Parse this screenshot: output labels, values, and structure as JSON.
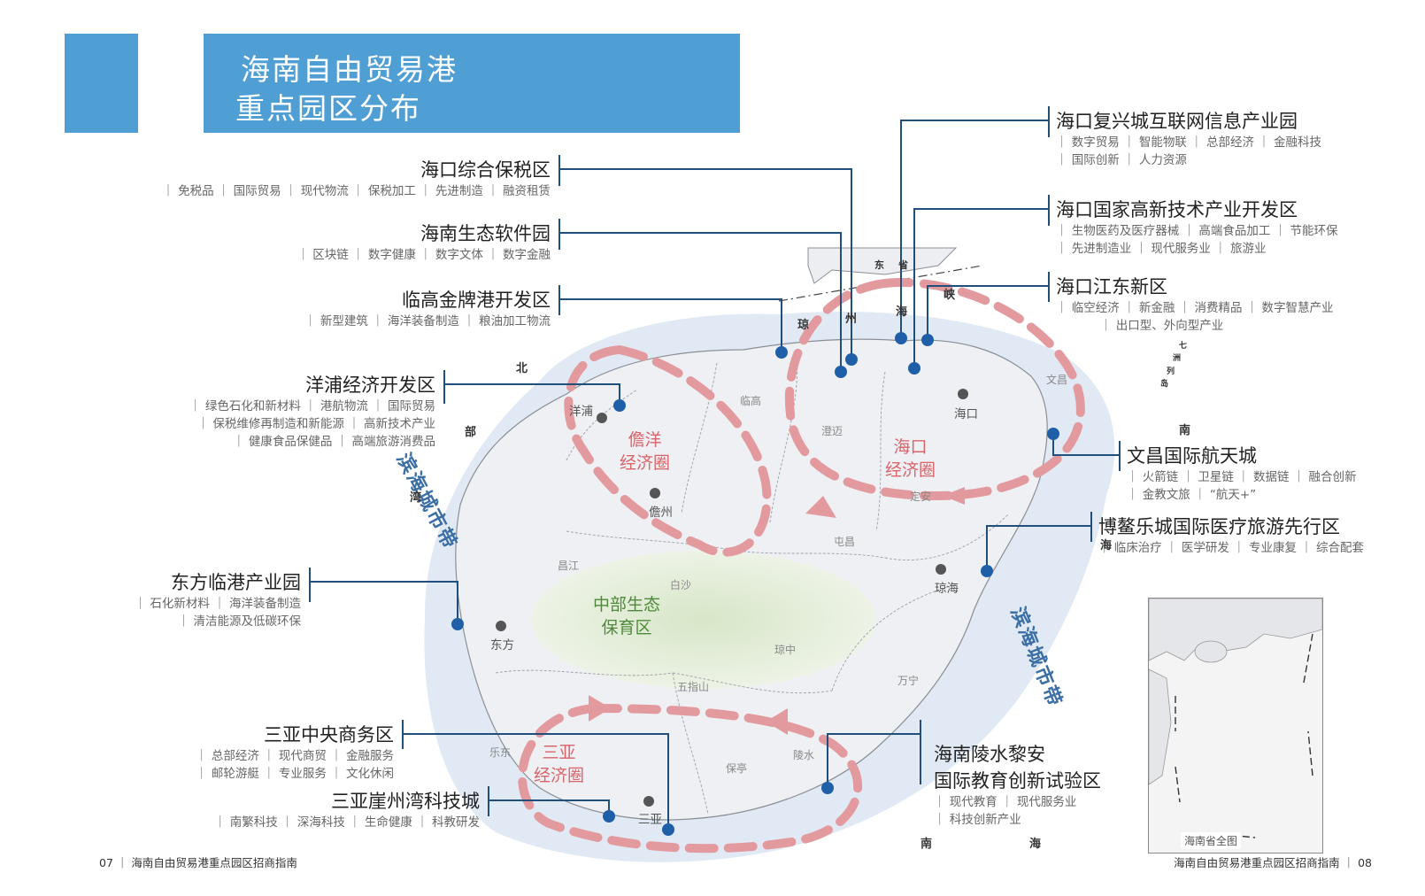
{
  "title": {
    "line1": "海南自由贸易港",
    "line2": "重点园区分布"
  },
  "colors": {
    "accent": "#4f9fd4",
    "circle": "#d9646a",
    "eco": "#4f8a3a",
    "belt": "#3a6ea5",
    "line": "#1f4f7a"
  },
  "zones": {
    "haikou_bonded": {
      "name": "海口综合保税区",
      "tags": "｜ 免税品 ｜ 国际贸易 ｜ 现代物流 ｜ 保税加工 ｜ 先进制造 ｜ 融资租赁"
    },
    "eco_software": {
      "name": "海南生态软件园",
      "tags": "｜ 区块链 ｜ 数字健康 ｜ 数字文体 ｜ 数字金融"
    },
    "lingao": {
      "name": "临高金牌港开发区",
      "tags": "｜ 新型建筑 ｜ 海洋装备制造 ｜ 粮油加工物流"
    },
    "yangpu": {
      "name": "洋浦经济开发区",
      "tags1": "｜ 绿色石化和新材料 ｜ 港航物流 ｜ 国际贸易",
      "tags2": "｜ 保税维修再制造和新能源 ｜ 高新技术产业",
      "tags3": "｜ 健康食品保健品 ｜ 高端旅游消费品"
    },
    "dongfang": {
      "name": "东方临港产业园",
      "tags1": "｜ 石化新材料 ｜ 海洋装备制造",
      "tags2": "｜ 清洁能源及低碳环保"
    },
    "sanya_cbd": {
      "name": "三亚中央商务区",
      "tags1": "｜ 总部经济 ｜ 现代商贸 ｜ 金融服务",
      "tags2": "｜ 邮轮游艇 ｜ 专业服务 ｜ 文化休闲"
    },
    "sanya_yazhou": {
      "name": "三亚崖州湾科技城",
      "tags": "｜ 南繁科技 ｜ 深海科技 ｜ 生命健康 ｜ 科教研发"
    },
    "fuxing": {
      "name": "海口复兴城互联网信息产业园",
      "tags1": "｜ 数字贸易 ｜ 智能物联 ｜ 总部经济 ｜ 金融科技",
      "tags2": "｜ 国际创新 ｜ 人力资源"
    },
    "hitech": {
      "name": "海口国家高新技术产业开发区",
      "tags1": "｜ 生物医药及医疗器械 ｜ 高端食品加工 ｜ 节能环保",
      "tags2": "｜ 先进制造业 ｜ 现代服务业 ｜ 旅游业"
    },
    "jiangdong": {
      "name": "海口江东新区",
      "tags1": "｜ 临空经济 ｜ 新金融 ｜ 消费精品 ｜ 数字智慧产业",
      "tags2": "｜ 出口型、外向型产业"
    },
    "wenchang": {
      "name": "文昌国际航天城",
      "tags1": "｜ 火箭链 ｜ 卫星链 ｜ 数据链 ｜ 融合创新",
      "tags2": "｜ 金教文旅 ｜ “航天+”"
    },
    "boao": {
      "name": "博鳌乐城国际医疗旅游先行区",
      "tags": "｜ 临床治疗 ｜ 医学研发 ｜ 专业康复 ｜ 综合配套"
    },
    "lingshui": {
      "name1": "海南陵水黎安",
      "name2": "国际教育创新试验区",
      "tags1": "｜ 现代教育 ｜ 现代服务业",
      "tags2": "｜ 科技创新产业"
    }
  },
  "cities": {
    "haikou": "海口",
    "danzhou": "儋州",
    "qionghai": "琼海",
    "dongfang": "东方",
    "sanya": "三亚",
    "yangpu": "洋浦"
  },
  "regions": {
    "lingao": "临高",
    "chengmai": "澄迈",
    "wenchang": "文昌",
    "dingan": "定安",
    "tunchang": "屯昌",
    "changjiang": "昌江",
    "baisha": "白沙",
    "qiongzhong": "琼中",
    "wanning": "万宁",
    "wuzhishan": "五指山",
    "ledong": "乐东",
    "baoting": "保亭",
    "lingshui": "陵水"
  },
  "circles": {
    "danyang1": "儋洋",
    "danyang2": "经济圈",
    "haikou1": "海口",
    "haikou2": "经济圈",
    "sanya1": "三亚",
    "sanya2": "经济圈"
  },
  "eco": {
    "line1": "中部生态",
    "line2": "保育区"
  },
  "belts": {
    "west": "滨海城市带",
    "east": "滨海城市带"
  },
  "seas": {
    "bei": "北",
    "bu": "部",
    "wan": "湾",
    "nan_e": "南",
    "hai_e": "海",
    "nan_s": "南",
    "hai_s": "海",
    "qiong": "琼",
    "zhou": "州",
    "hai_strait": "海",
    "xia": "峡",
    "dong": "东",
    "sheng": "省",
    "qi": "七",
    "zhou2": "洲",
    "lie": "列",
    "dao": "岛"
  },
  "inset": {
    "label": "海南省全图"
  },
  "footer": {
    "left": "07 ｜  海南自由贸易港重点园区招商指南",
    "right": "海南自由贸易港重点园区招商指南 ｜ 08"
  }
}
